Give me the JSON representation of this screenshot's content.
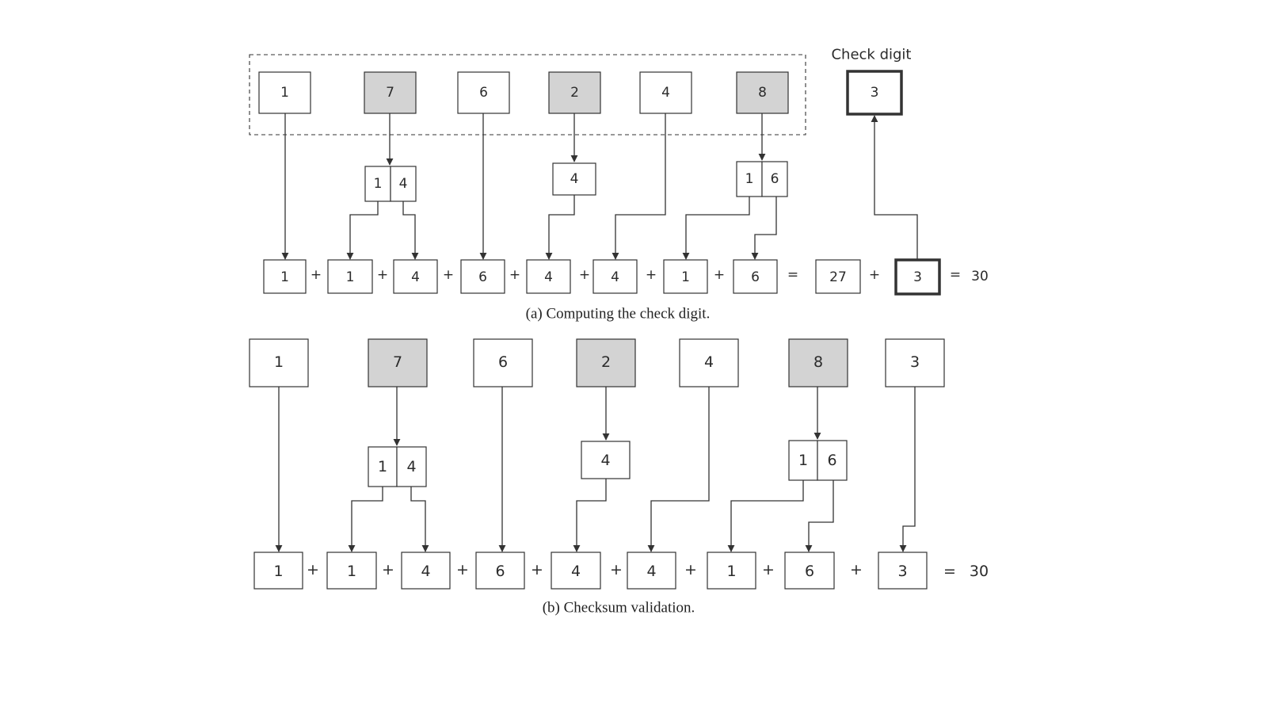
{
  "colors": {
    "stroke": "#333333",
    "shaded": "#d3d3d3",
    "plain": "#ffffff",
    "text": "#2b2b2b"
  },
  "panel_a": {
    "check_digit_label": "Check digit",
    "digits": [
      {
        "value": "1",
        "shaded": false
      },
      {
        "value": "7",
        "shaded": true
      },
      {
        "value": "6",
        "shaded": false
      },
      {
        "value": "2",
        "shaded": true
      },
      {
        "value": "4",
        "shaded": false
      },
      {
        "value": "8",
        "shaded": true
      }
    ],
    "check_digit": "3",
    "doubled": [
      [
        "1",
        "4"
      ],
      [
        "4"
      ],
      [
        "1",
        "6"
      ]
    ],
    "sum_terms": [
      "1",
      "1",
      "4",
      "6",
      "4",
      "4",
      "1",
      "6"
    ],
    "plus": "+",
    "equals": "=",
    "partial_sum": "27",
    "check_term": "3",
    "total": "30",
    "caption": "(a)  Computing the check digit."
  },
  "panel_b": {
    "digits": [
      {
        "value": "1",
        "shaded": false
      },
      {
        "value": "7",
        "shaded": true
      },
      {
        "value": "6",
        "shaded": false
      },
      {
        "value": "2",
        "shaded": true
      },
      {
        "value": "4",
        "shaded": false
      },
      {
        "value": "8",
        "shaded": true
      },
      {
        "value": "3",
        "shaded": false
      }
    ],
    "doubled": [
      [
        "1",
        "4"
      ],
      [
        "4"
      ],
      [
        "1",
        "6"
      ]
    ],
    "sum_terms": [
      "1",
      "1",
      "4",
      "6",
      "4",
      "4",
      "1",
      "6",
      "3"
    ],
    "plus": "+",
    "equals": "=",
    "total": "30",
    "caption": "(b)  Checksum validation."
  }
}
